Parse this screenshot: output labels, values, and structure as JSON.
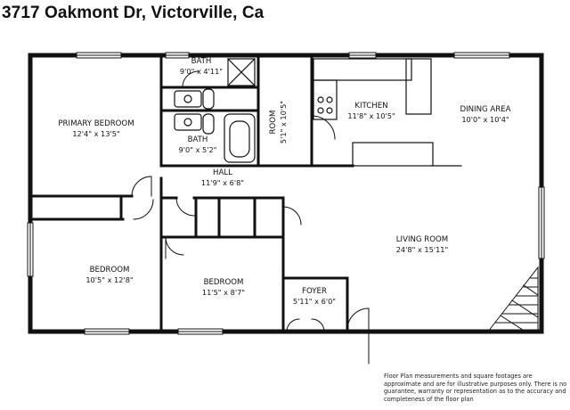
{
  "title": "3717 Oakmont Dr, Victorville, Ca",
  "rooms": {
    "primary_bedroom": {
      "name": "PRIMARY BEDROOM",
      "size": "12'4\" x 13'5\""
    },
    "bath_top": {
      "name": "BATH",
      "size": "9'0\" x 4'11\""
    },
    "bath_mid": {
      "name": "BATH",
      "size": "9'0\" x 5'2\""
    },
    "room": {
      "name": "ROOM",
      "size": "5'1\" x 10'5\""
    },
    "kitchen": {
      "name": "KITCHEN",
      "size": "11'8\" x 10'5\""
    },
    "dining": {
      "name": "DINING AREA",
      "size": "10'0\" x 10'4\""
    },
    "hall": {
      "name": "HALL",
      "size": "11'9\" x 6'8\""
    },
    "living": {
      "name": "LIVING ROOM",
      "size": "24'8\" x 15'11\""
    },
    "bedroom_left": {
      "name": "BEDROOM",
      "size": "10'5\" x 12'8\""
    },
    "bedroom_mid": {
      "name": "BEDROOM",
      "size": "11'5\" x 8'7\""
    },
    "foyer": {
      "name": "FOYER",
      "size": "5'11\" x 6'0\""
    }
  },
  "disclaimer": "Floor Plan measurements and square footages are approximate and are for illustrative purposes only. There is no guarantee, warranty or representation as to the accuracy and completeness of the floor plan"
}
